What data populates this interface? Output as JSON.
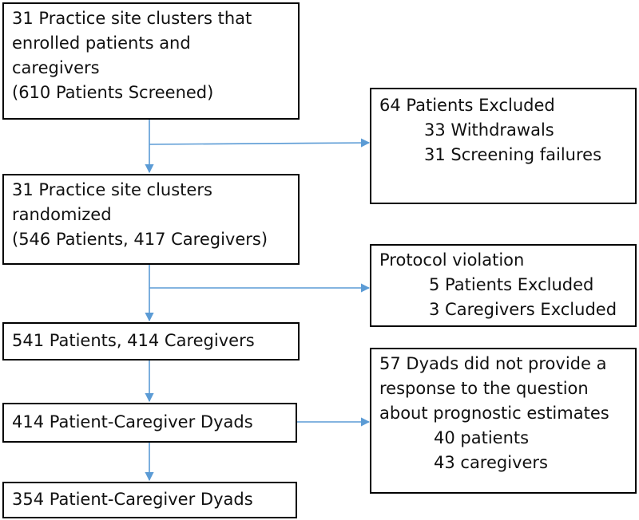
{
  "box_enrolled": {
    "lines": [
      "31 Practice site clusters that",
      "enrolled patients and",
      "caregivers",
      "(610 Patients Screened)"
    ]
  },
  "box_excluded1": {
    "title": "64 Patients Excluded",
    "items": [
      "33 Withdrawals",
      "31 Screening failures"
    ]
  },
  "box_randomized": {
    "lines": [
      "31 Practice site clusters",
      "randomized",
      "(546 Patients, 417 Caregivers)"
    ]
  },
  "box_protocol": {
    "title": "Protocol violation",
    "items": [
      "5 Patients Excluded",
      "3 Caregivers Excluded"
    ]
  },
  "box_541": {
    "text": "541 Patients, 414 Caregivers"
  },
  "box_414": {
    "text": "414 Patient-Caregiver Dyads"
  },
  "box_57": {
    "lines": [
      "57 Dyads did not provide a",
      "response to the question",
      "about prognostic estimates"
    ],
    "items": [
      "40 patients",
      "43 caregivers"
    ]
  },
  "box_354": {
    "text": "354 Patient-Caregiver Dyads"
  },
  "colors": {
    "arrow": "#5b9bd5",
    "border": "#000000"
  }
}
